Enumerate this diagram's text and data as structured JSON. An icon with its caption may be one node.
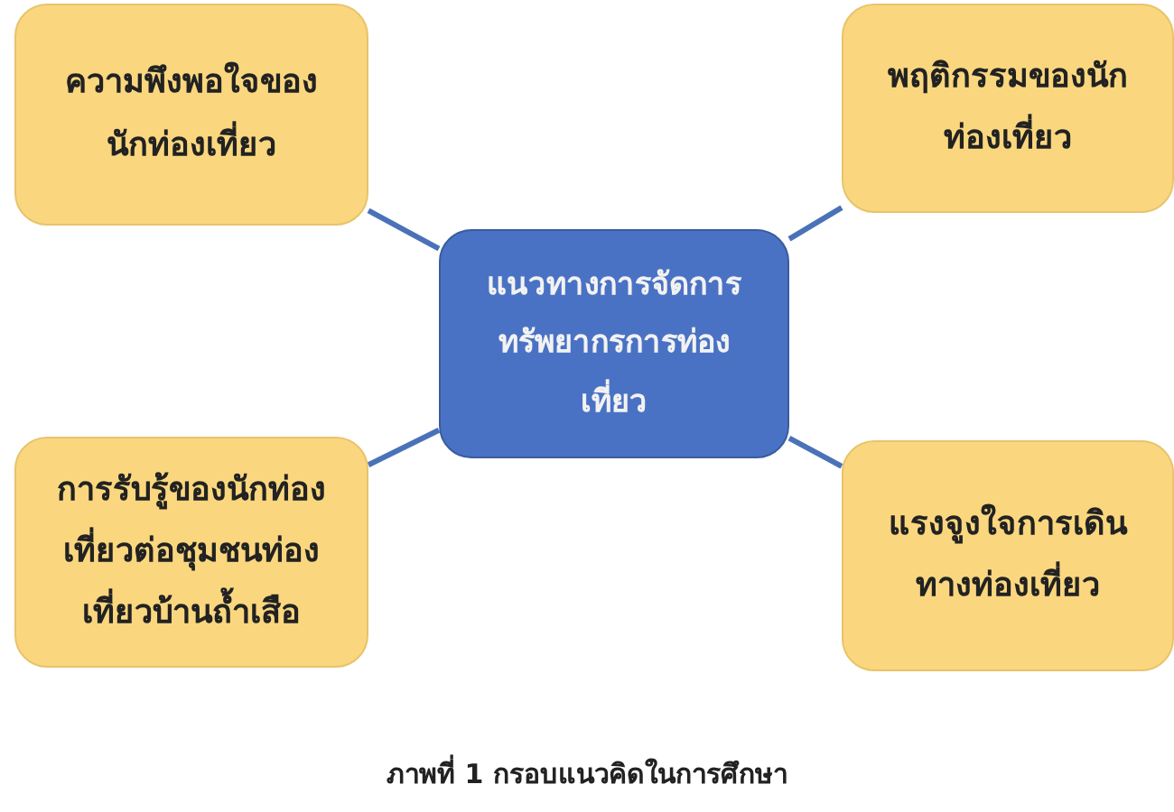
{
  "diagram": {
    "caption": "ภาพที่ 1 กรอบแนวคิดในการศึกษา",
    "nodes": [
      {
        "text": [
          "ความพึงพอใจของนักท่องเที่ยว"
        ]
      },
      {
        "text": [
          "พฤติกรรมของนักท่องเที่ยว"
        ]
      },
      {
        "text": [
          "แนวทางการจัดการทรัพยากรการท่องเที่ยว"
        ]
      },
      {
        "text": [
          "การรับรู้ของนักท่องเที่ยวต่อชุมชนท่องเที่ยวบ้านถ้ำเสือ"
        ]
      },
      {
        "text": [
          "แรงจูงใจการเดินทางท่องเที่ยว"
        ]
      }
    ],
    "edges": [
      {
        "from": 2,
        "to": 0,
        "arrow": "none"
      },
      {
        "from": 2,
        "to": 1,
        "arrow": "none"
      },
      {
        "from": 2,
        "to": 3,
        "arrow": "none"
      },
      {
        "from": 2,
        "to": 4,
        "arrow": "none"
      }
    ]
  }
}
